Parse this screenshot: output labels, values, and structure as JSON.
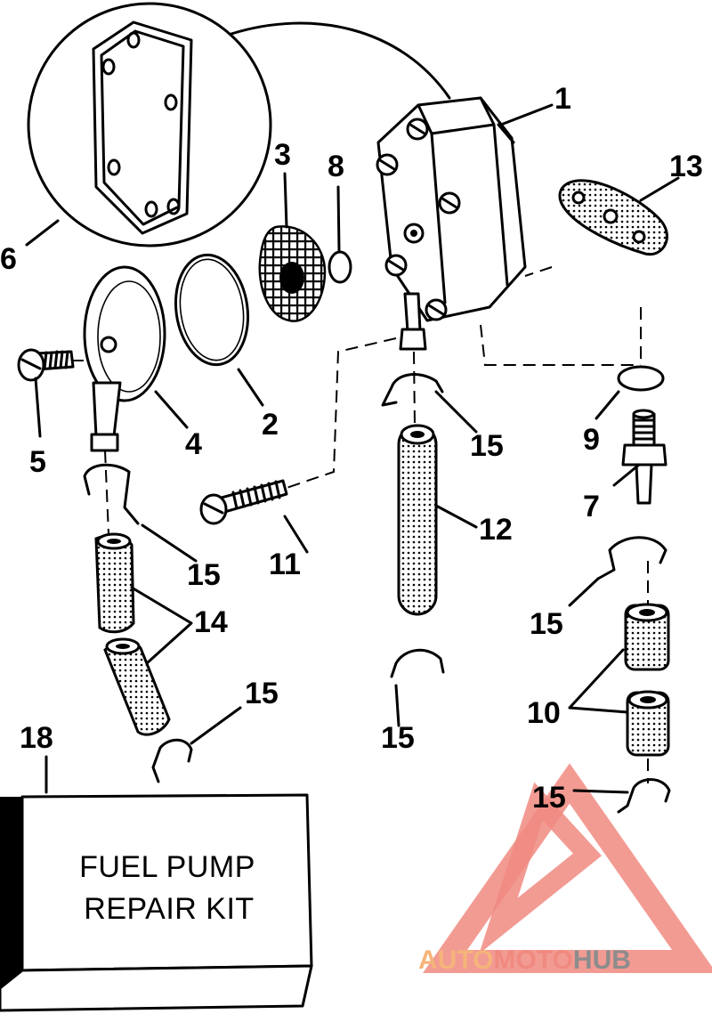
{
  "callouts": {
    "c1": "1",
    "c2": "2",
    "c3": "3",
    "c4": "4",
    "c5": "5",
    "c6": "6",
    "c7": "7",
    "c8": "8",
    "c9": "9",
    "c10": "10",
    "c11": "11",
    "c12": "12",
    "c13": "13",
    "c14": "14",
    "c15": "15",
    "c18": "18"
  },
  "kit": {
    "line1": "FUEL PUMP",
    "line2": "REPAIR KIT"
  },
  "watermark": {
    "part1": "AUTO",
    "part2": "MOTO",
    "part3": "HUB"
  },
  "colors": {
    "ink": "#000000",
    "watermark_red": "#f08a80",
    "watermark_orange": "#f5b47a",
    "watermark_gray": "#8c8c8c"
  }
}
